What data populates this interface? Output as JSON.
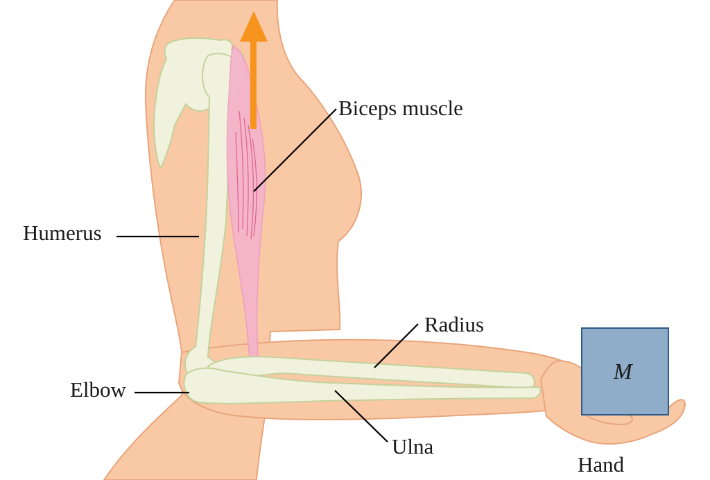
{
  "labels": {
    "biceps": "Biceps muscle",
    "humerus": "Humerus",
    "radius": "Radius",
    "elbow": "Elbow",
    "ulna": "Ulna",
    "hand": "Hand",
    "mass": "M"
  },
  "colors": {
    "skin": "#f9c8a4",
    "skin_outline": "#e8a57c",
    "bone": "#f1f2dd",
    "bone_outline": "#c3d29c",
    "muscle": "#f4b5cc",
    "muscle_fiber": "#d9437f",
    "arrow": "#f7941d",
    "mass_fill": "#8fadc8",
    "mass_outline": "#2c5c8c",
    "leader": "#000000"
  }
}
